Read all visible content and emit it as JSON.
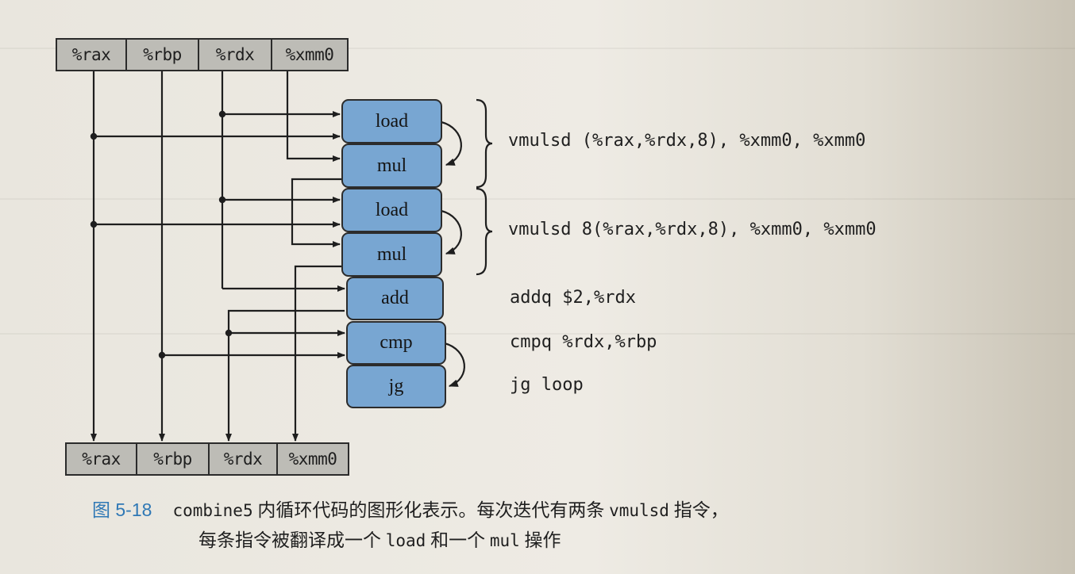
{
  "registers_top": [
    "%rax",
    "%rbp",
    "%rdx",
    "%xmm0"
  ],
  "registers_bottom": [
    "%rax",
    "%rbp",
    "%rdx",
    "%xmm0"
  ],
  "operations": [
    "load",
    "mul",
    "load",
    "mul",
    "add",
    "cmp",
    "jg"
  ],
  "instructions": [
    "vmulsd (%rax,%rdx,8), %xmm0, %xmm0",
    "vmulsd 8(%rax,%rdx,8), %xmm0, %xmm0",
    "addq $2,%rdx",
    "cmpq %rdx,%rbp",
    "jg loop"
  ],
  "caption": {
    "figure_number": "图 5-18",
    "line1_a": "combine5",
    "line1_b": " 内循环代码的图形化表示。每次迭代有两条 ",
    "line1_c": "vmulsd",
    "line1_d": " 指令，",
    "line2_a": "每条指令被翻译成一个 ",
    "line2_b": "load",
    "line2_c": " 和一个 ",
    "line2_d": "mul",
    "line2_e": " 操作"
  },
  "colors": {
    "op_box_fill": "#78a6d2",
    "register_fill": "#bdbcb6",
    "figure_number": "#2f78b5",
    "line": "#1e1e1e"
  }
}
